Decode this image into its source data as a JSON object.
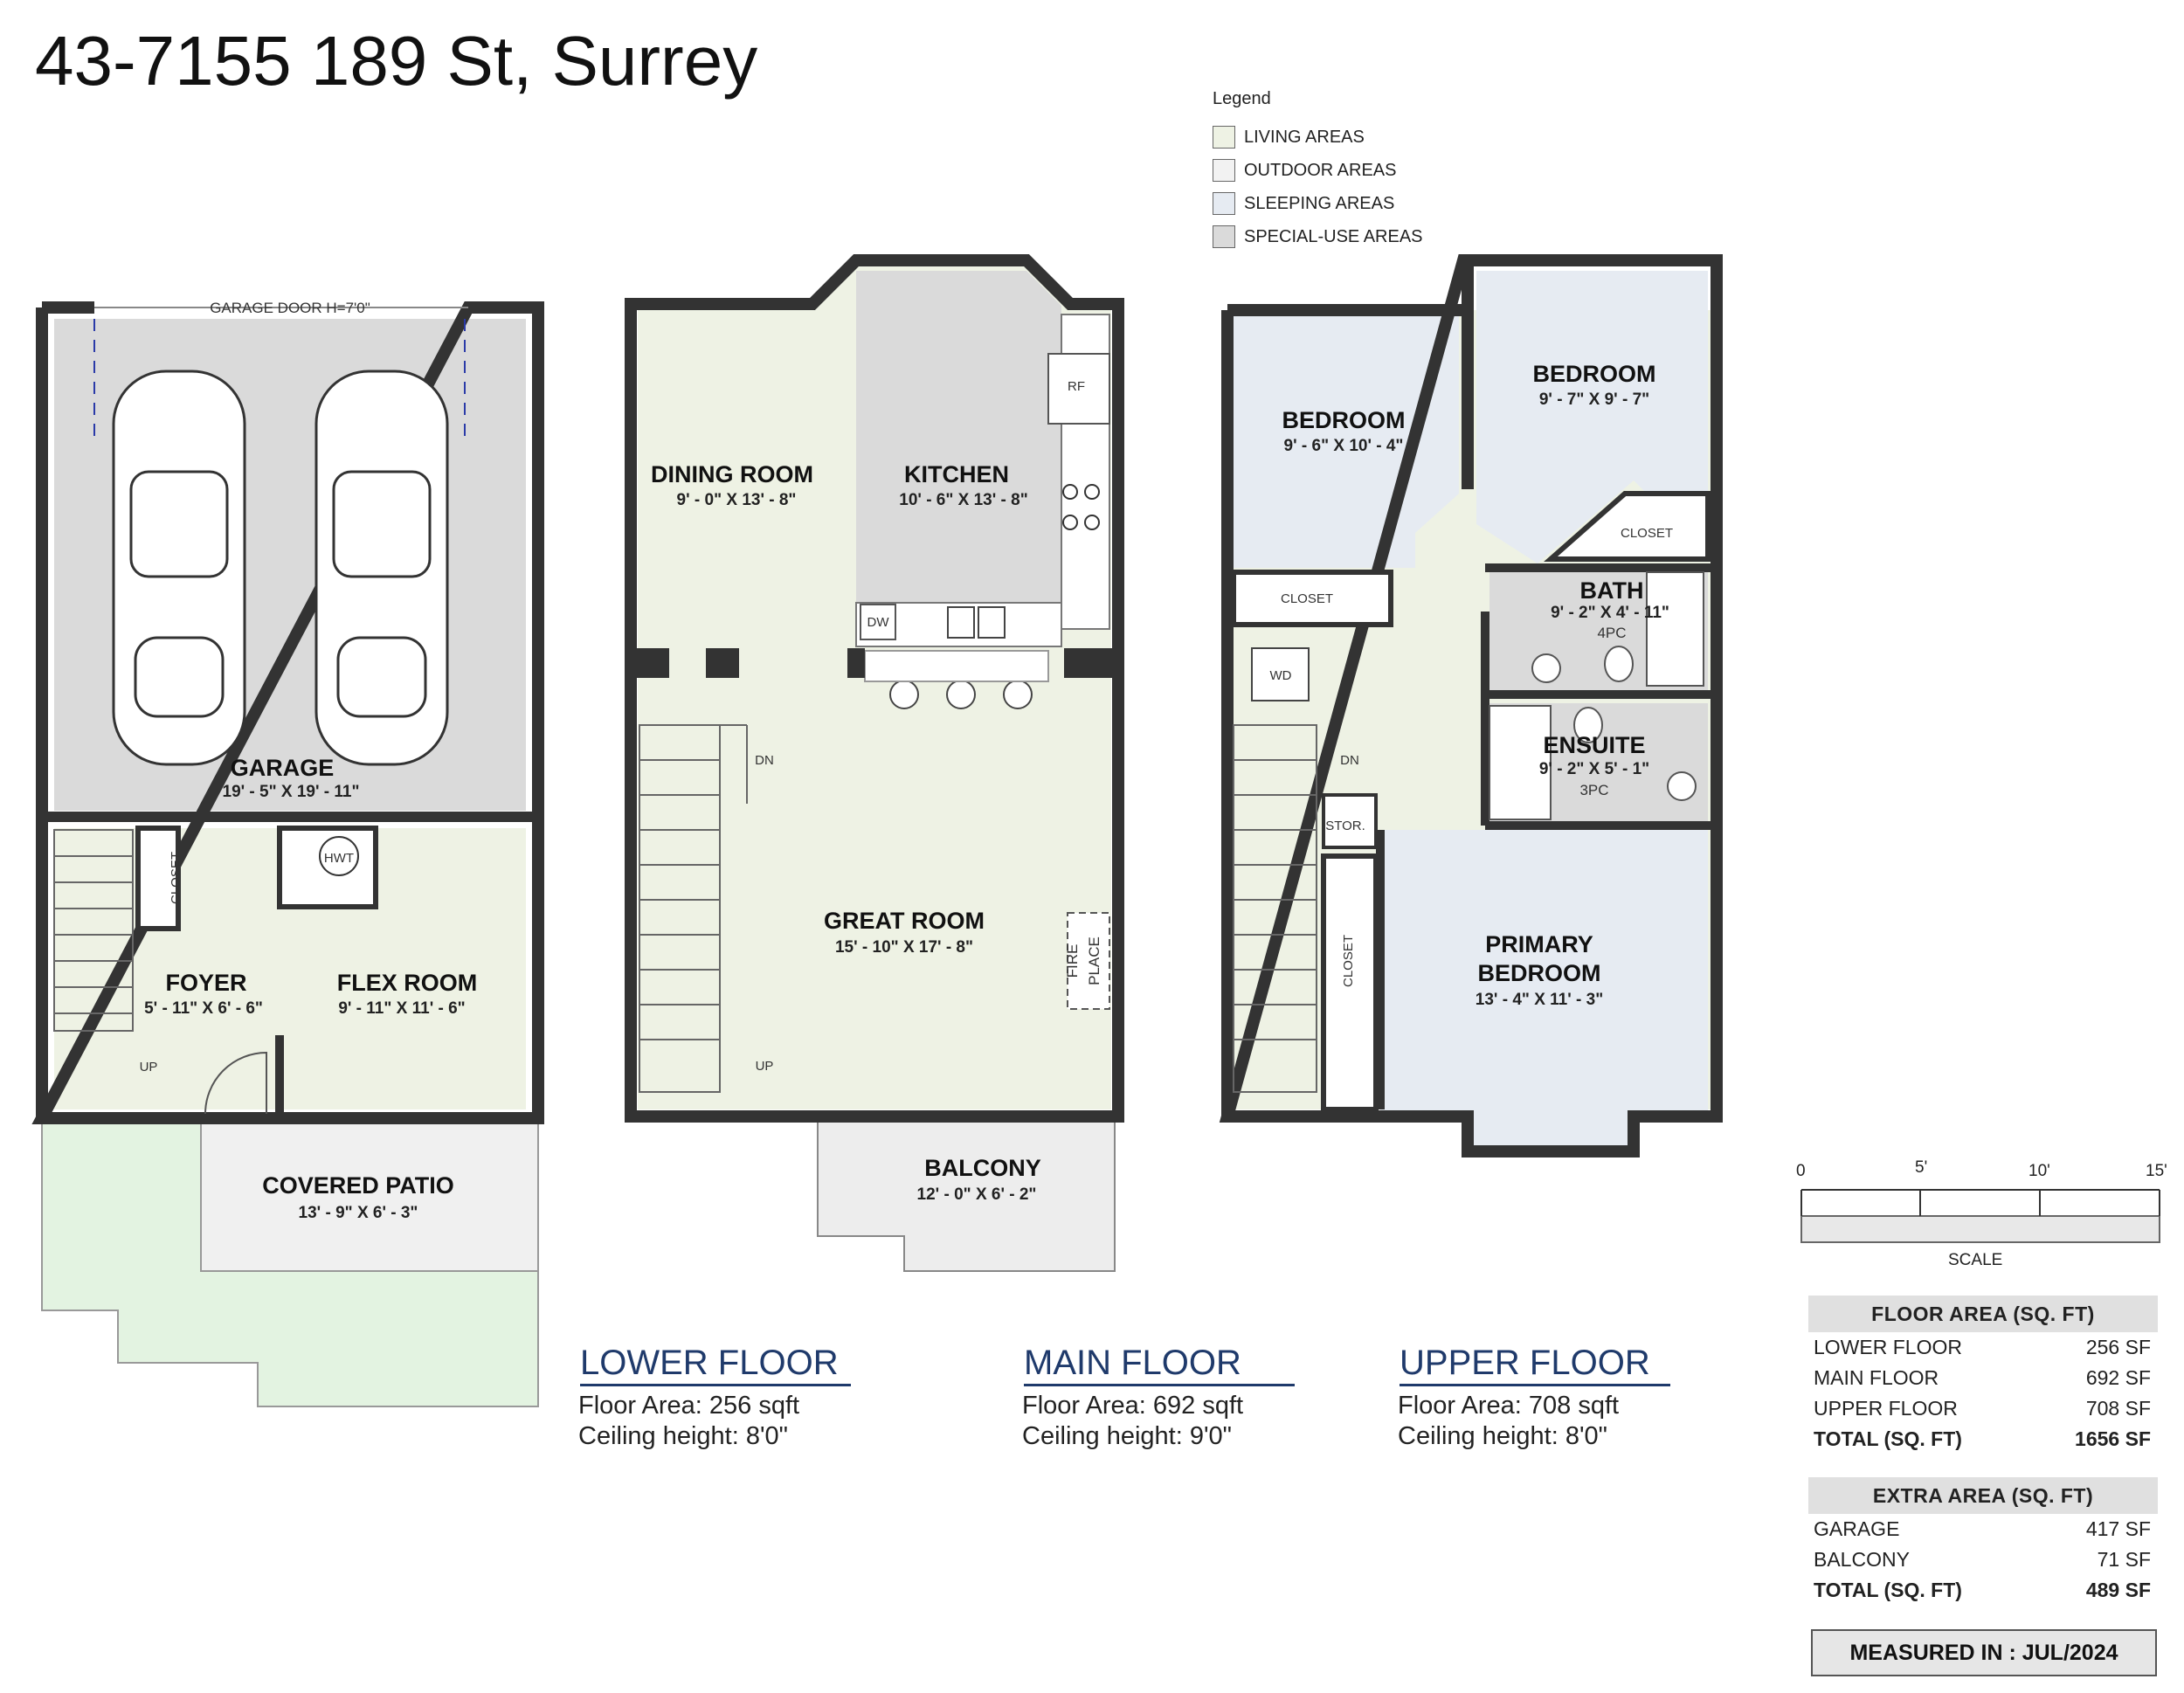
{
  "title": "43-7155 189 St, Surrey",
  "legend": {
    "title": "Legend",
    "items": [
      {
        "label": "LIVING AREAS",
        "color": "#eef2e4"
      },
      {
        "label": "OUTDOOR AREAS",
        "color": "#f2f2f2"
      },
      {
        "label": "SLEEPING AREAS",
        "color": "#e6ebf2"
      },
      {
        "label": "SPECIAL-USE AREAS",
        "color": "#dadada"
      }
    ]
  },
  "lower": {
    "garage_door": "GARAGE DOOR H=7'0\"",
    "garage": {
      "name": "GARAGE",
      "dim": "19' - 5\" X 19' - 11\""
    },
    "closet": "CLOSET",
    "hwt": "HWT",
    "foyer": {
      "name": "FOYER",
      "dim": "5' - 11\" X 6' - 6\""
    },
    "flex": {
      "name": "FLEX ROOM",
      "dim": "9' - 11\" X 11' - 6\""
    },
    "up": "UP",
    "patio": {
      "name": "COVERED PATIO",
      "dim": "13' - 9\" X 6' - 3\""
    }
  },
  "main": {
    "dining": {
      "name": "DINING ROOM",
      "dim": "9' - 0\" X 13' - 8\""
    },
    "kitchen": {
      "name": "KITCHEN",
      "dim": "10' - 6\" X 13' - 8\""
    },
    "rf": "RF",
    "dw": "DW",
    "dn": "DN",
    "up": "UP",
    "great": {
      "name": "GREAT ROOM",
      "dim": "15' - 10\" X 17' - 8\""
    },
    "fire1": "FIRE",
    "fire2": "PLACE",
    "balcony": {
      "name": "BALCONY",
      "dim": "12' - 0\" X 6' - 2\""
    }
  },
  "upper": {
    "bedroom1": {
      "name": "BEDROOM",
      "dim": "9' - 6\" X 10' - 4\""
    },
    "bedroom2": {
      "name": "BEDROOM",
      "dim": "9' - 7\" X 9' - 7\""
    },
    "closet1": "CLOSET",
    "closet2": "CLOSET",
    "closet3": "CLOSET",
    "bath": {
      "name": "BATH",
      "dim": "9' - 2\" X 4' - 11\"",
      "note": "4PC"
    },
    "wd": "WD",
    "dn": "DN",
    "stor": "STOR.",
    "ensuite": {
      "name": "ENSUITE",
      "dim": "9' - 2\" X 5' - 1\"",
      "note": "3PC"
    },
    "primary1": "PRIMARY",
    "primary2": "BEDROOM",
    "primary_dim": "13' - 4\" X 11' - 3\""
  },
  "floors": [
    {
      "header": "LOWER FLOOR",
      "area": "Floor Area: 256 sqft",
      "ceiling": "Ceiling height: 8'0\""
    },
    {
      "header": "MAIN FLOOR",
      "area": "Floor Area: 692 sqft",
      "ceiling": "Ceiling height: 9'0\""
    },
    {
      "header": "UPPER FLOOR",
      "area": "Floor Area: 708 sqft",
      "ceiling": "Ceiling height: 8'0\""
    }
  ],
  "scale": {
    "ticks": [
      "0",
      "5'",
      "10'",
      "15'"
    ],
    "label": "SCALE"
  },
  "floor_area": {
    "header": "FLOOR AREA (SQ. FT)",
    "rows": [
      {
        "label": "LOWER FLOOR",
        "value": "256 SF"
      },
      {
        "label": "MAIN FLOOR",
        "value": "692 SF"
      },
      {
        "label": "UPPER FLOOR",
        "value": "708 SF"
      }
    ],
    "total": {
      "label": "TOTAL (SQ. FT)",
      "value": "1656 SF"
    }
  },
  "extra_area": {
    "header": "EXTRA AREA (SQ. FT)",
    "rows": [
      {
        "label": "GARAGE",
        "value": "417 SF"
      },
      {
        "label": "BALCONY",
        "value": "71 SF"
      }
    ],
    "total": {
      "label": "TOTAL (SQ. FT)",
      "value": "489 SF"
    }
  },
  "measured": "MEASURED IN : JUL/2024"
}
